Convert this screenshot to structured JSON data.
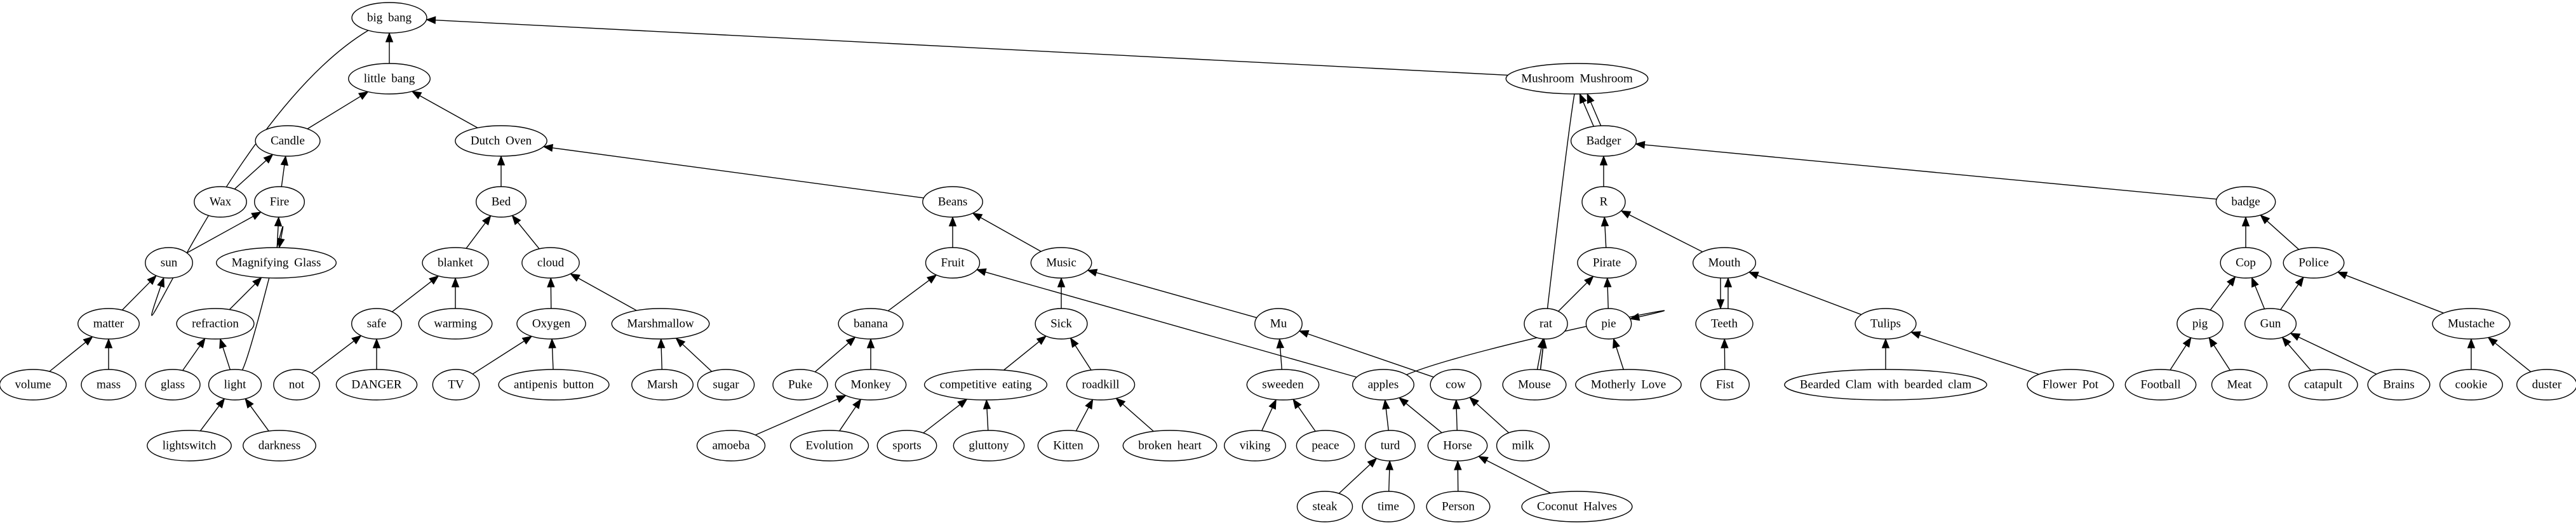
{
  "graph": {
    "type": "directed-graph",
    "colors": {
      "stroke": "#000000",
      "fill": "#ffffff",
      "text": "#000000"
    },
    "nodes": [
      {
        "id": "big_bang",
        "label": "big bang"
      },
      {
        "id": "little_bang",
        "label": "little bang"
      },
      {
        "id": "mushroom_mushroom",
        "label": "Mushroom Mushroom"
      },
      {
        "id": "candle",
        "label": "Candle"
      },
      {
        "id": "dutch_oven",
        "label": "Dutch Oven"
      },
      {
        "id": "badger",
        "label": "Badger"
      },
      {
        "id": "wax",
        "label": "Wax"
      },
      {
        "id": "fire",
        "label": "Fire"
      },
      {
        "id": "bed",
        "label": "Bed"
      },
      {
        "id": "beans",
        "label": "Beans"
      },
      {
        "id": "r",
        "label": "R"
      },
      {
        "id": "badge",
        "label": "badge"
      },
      {
        "id": "sun",
        "label": "sun"
      },
      {
        "id": "magnifying_glass",
        "label": "Magnifying Glass"
      },
      {
        "id": "blanket",
        "label": "blanket"
      },
      {
        "id": "cloud",
        "label": "cloud"
      },
      {
        "id": "fruit",
        "label": "Fruit"
      },
      {
        "id": "music",
        "label": "Music"
      },
      {
        "id": "pirate",
        "label": "Pirate"
      },
      {
        "id": "mouth",
        "label": "Mouth"
      },
      {
        "id": "cop",
        "label": "Cop"
      },
      {
        "id": "police",
        "label": "Police"
      },
      {
        "id": "matter",
        "label": "matter"
      },
      {
        "id": "refraction",
        "label": "refraction"
      },
      {
        "id": "safe",
        "label": "safe"
      },
      {
        "id": "warming",
        "label": "warming"
      },
      {
        "id": "oxygen",
        "label": "Oxygen"
      },
      {
        "id": "marshmallow",
        "label": "Marshmallow"
      },
      {
        "id": "banana",
        "label": "banana"
      },
      {
        "id": "sick",
        "label": "Sick"
      },
      {
        "id": "mu",
        "label": "Mu"
      },
      {
        "id": "rat",
        "label": "rat"
      },
      {
        "id": "pie",
        "label": "pie"
      },
      {
        "id": "teeth",
        "label": "Teeth"
      },
      {
        "id": "tulips",
        "label": "Tulips"
      },
      {
        "id": "pig",
        "label": "pig"
      },
      {
        "id": "gun",
        "label": "Gun"
      },
      {
        "id": "mustache",
        "label": "Mustache"
      },
      {
        "id": "volume",
        "label": "volume"
      },
      {
        "id": "mass",
        "label": "mass"
      },
      {
        "id": "glass",
        "label": "glass"
      },
      {
        "id": "light",
        "label": "light"
      },
      {
        "id": "not",
        "label": "not"
      },
      {
        "id": "danger",
        "label": "DANGER"
      },
      {
        "id": "tv",
        "label": "TV"
      },
      {
        "id": "antipenis_button",
        "label": "antipenis button"
      },
      {
        "id": "marsh",
        "label": "Marsh"
      },
      {
        "id": "sugar",
        "label": "sugar"
      },
      {
        "id": "puke",
        "label": "Puke"
      },
      {
        "id": "monkey",
        "label": "Monkey"
      },
      {
        "id": "competitive_eating",
        "label": "competitive eating"
      },
      {
        "id": "roadkill",
        "label": "roadkill"
      },
      {
        "id": "sweeden",
        "label": "sweeden"
      },
      {
        "id": "apples",
        "label": "apples"
      },
      {
        "id": "cow",
        "label": "cow"
      },
      {
        "id": "mouse",
        "label": "Mouse"
      },
      {
        "id": "motherly_love",
        "label": "Motherly Love"
      },
      {
        "id": "fist",
        "label": "Fist"
      },
      {
        "id": "bearded_clam",
        "label": "Bearded Clam with bearded clam"
      },
      {
        "id": "flower_pot",
        "label": "Flower Pot"
      },
      {
        "id": "football",
        "label": "Football"
      },
      {
        "id": "meat",
        "label": "Meat"
      },
      {
        "id": "catapult",
        "label": "catapult"
      },
      {
        "id": "brains",
        "label": "Brains"
      },
      {
        "id": "cookie",
        "label": "cookie"
      },
      {
        "id": "duster",
        "label": "duster"
      },
      {
        "id": "lightswitch",
        "label": "lightswitch"
      },
      {
        "id": "darkness",
        "label": "darkness"
      },
      {
        "id": "amoeba",
        "label": "amoeba"
      },
      {
        "id": "evolution",
        "label": "Evolution"
      },
      {
        "id": "sports",
        "label": "sports"
      },
      {
        "id": "gluttony",
        "label": "gluttony"
      },
      {
        "id": "kitten",
        "label": "Kitten"
      },
      {
        "id": "broken_heart",
        "label": "broken heart"
      },
      {
        "id": "viking",
        "label": "viking"
      },
      {
        "id": "peace",
        "label": "peace"
      },
      {
        "id": "turd",
        "label": "turd"
      },
      {
        "id": "horse",
        "label": "Horse"
      },
      {
        "id": "milk",
        "label": "milk"
      },
      {
        "id": "steak",
        "label": "steak"
      },
      {
        "id": "time",
        "label": "time"
      },
      {
        "id": "person",
        "label": "Person"
      },
      {
        "id": "coconut_halves",
        "label": "Coconut Halves"
      }
    ],
    "edges": [
      {
        "from": "little_bang",
        "to": "big_bang"
      },
      {
        "from": "big_bang",
        "to": "sun"
      },
      {
        "from": "mushroom_mushroom",
        "to": "big_bang"
      },
      {
        "from": "candle",
        "to": "little_bang"
      },
      {
        "from": "dutch_oven",
        "to": "little_bang"
      },
      {
        "from": "wax",
        "to": "candle"
      },
      {
        "from": "fire",
        "to": "candle"
      },
      {
        "from": "sun",
        "to": "fire"
      },
      {
        "from": "magnifying_glass",
        "to": "fire"
      },
      {
        "from": "matter",
        "to": "sun"
      },
      {
        "from": "volume",
        "to": "matter"
      },
      {
        "from": "mass",
        "to": "matter"
      },
      {
        "from": "refraction",
        "to": "magnifying_glass"
      },
      {
        "from": "light",
        "to": "magnifying_glass"
      },
      {
        "from": "glass",
        "to": "refraction"
      },
      {
        "from": "light",
        "to": "refraction"
      },
      {
        "from": "lightswitch",
        "to": "light"
      },
      {
        "from": "darkness",
        "to": "light"
      },
      {
        "from": "bed",
        "to": "dutch_oven"
      },
      {
        "from": "beans",
        "to": "dutch_oven"
      },
      {
        "from": "blanket",
        "to": "bed"
      },
      {
        "from": "cloud",
        "to": "bed"
      },
      {
        "from": "safe",
        "to": "blanket"
      },
      {
        "from": "warming",
        "to": "blanket"
      },
      {
        "from": "not",
        "to": "safe"
      },
      {
        "from": "danger",
        "to": "safe"
      },
      {
        "from": "oxygen",
        "to": "cloud"
      },
      {
        "from": "marshmallow",
        "to": "cloud"
      },
      {
        "from": "tv",
        "to": "oxygen"
      },
      {
        "from": "antipenis_button",
        "to": "oxygen"
      },
      {
        "from": "marsh",
        "to": "marshmallow"
      },
      {
        "from": "sugar",
        "to": "marshmallow"
      },
      {
        "from": "fruit",
        "to": "beans"
      },
      {
        "from": "music",
        "to": "beans"
      },
      {
        "from": "banana",
        "to": "fruit"
      },
      {
        "from": "apples",
        "to": "fruit"
      },
      {
        "from": "puke",
        "to": "banana"
      },
      {
        "from": "monkey",
        "to": "banana"
      },
      {
        "from": "amoeba",
        "to": "monkey"
      },
      {
        "from": "evolution",
        "to": "monkey"
      },
      {
        "from": "sick",
        "to": "music"
      },
      {
        "from": "mu",
        "to": "music"
      },
      {
        "from": "competitive_eating",
        "to": "sick"
      },
      {
        "from": "roadkill",
        "to": "sick"
      },
      {
        "from": "sports",
        "to": "competitive_eating"
      },
      {
        "from": "gluttony",
        "to": "competitive_eating"
      },
      {
        "from": "kitten",
        "to": "roadkill"
      },
      {
        "from": "broken_heart",
        "to": "roadkill"
      },
      {
        "from": "sweeden",
        "to": "mu"
      },
      {
        "from": "cow",
        "to": "mu"
      },
      {
        "from": "viking",
        "to": "sweeden"
      },
      {
        "from": "peace",
        "to": "sweeden"
      },
      {
        "from": "turd",
        "to": "apples"
      },
      {
        "from": "horse",
        "to": "apples"
      },
      {
        "from": "horse",
        "to": "cow"
      },
      {
        "from": "milk",
        "to": "cow"
      },
      {
        "from": "steak",
        "to": "turd"
      },
      {
        "from": "time",
        "to": "turd"
      },
      {
        "from": "person",
        "to": "horse"
      },
      {
        "from": "coconut_halves",
        "to": "horse"
      },
      {
        "from": "apples",
        "to": "pie"
      },
      {
        "from": "badger",
        "to": "mushroom_mushroom"
      },
      {
        "from": "badger",
        "to": "mushroom_mushroom"
      },
      {
        "from": "mushroom_mushroom",
        "to": "rat"
      },
      {
        "from": "badge",
        "to": "badger"
      },
      {
        "from": "r",
        "to": "badger"
      },
      {
        "from": "pirate",
        "to": "r"
      },
      {
        "from": "mouth",
        "to": "r"
      },
      {
        "from": "rat",
        "to": "pirate"
      },
      {
        "from": "pie",
        "to": "pirate"
      },
      {
        "from": "mouse",
        "to": "rat"
      },
      {
        "from": "motherly_love",
        "to": "pie"
      },
      {
        "from": "teeth",
        "to": "mouth"
      },
      {
        "from": "mouth",
        "to": "teeth"
      },
      {
        "from": "tulips",
        "to": "mouth"
      },
      {
        "from": "fist",
        "to": "teeth"
      },
      {
        "from": "bearded_clam",
        "to": "tulips"
      },
      {
        "from": "flower_pot",
        "to": "tulips"
      },
      {
        "from": "cop",
        "to": "badge"
      },
      {
        "from": "police",
        "to": "badge"
      },
      {
        "from": "pig",
        "to": "cop"
      },
      {
        "from": "gun",
        "to": "cop"
      },
      {
        "from": "gun",
        "to": "police"
      },
      {
        "from": "mustache",
        "to": "police"
      },
      {
        "from": "football",
        "to": "pig"
      },
      {
        "from": "meat",
        "to": "pig"
      },
      {
        "from": "catapult",
        "to": "gun"
      },
      {
        "from": "brains",
        "to": "gun"
      },
      {
        "from": "cookie",
        "to": "mustache"
      },
      {
        "from": "duster",
        "to": "mustache"
      }
    ]
  }
}
